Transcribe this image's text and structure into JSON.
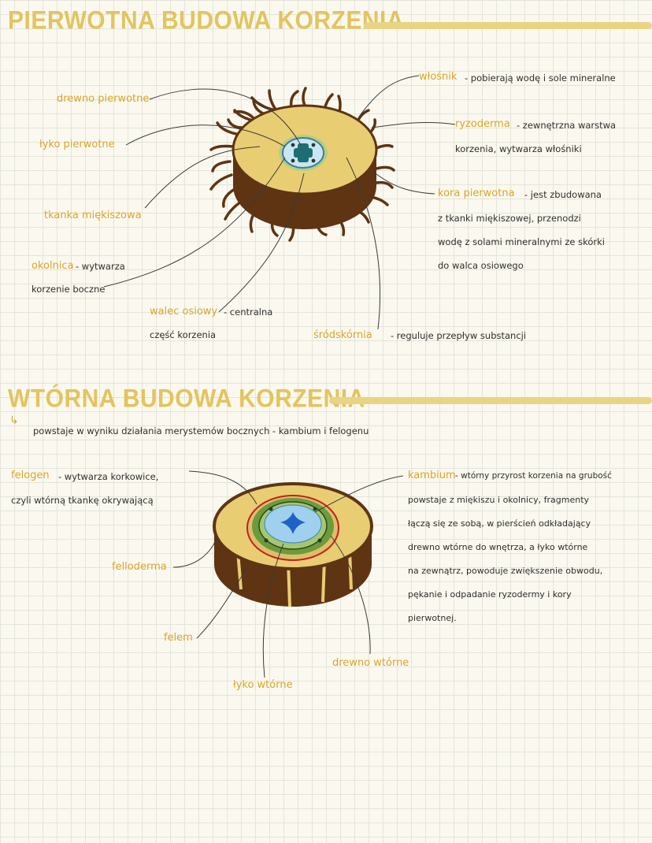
{
  "section1": {
    "title": "PIERWOTNA BUDOWA KORZENIA",
    "labels": {
      "drewno": "drewno pierwotne",
      "lyko": "łyko pierwotne",
      "tkanka": "tkanka miękiszowa",
      "okolnica": "okolnica",
      "okolnica_desc1": "- wytwarza",
      "okolnica_desc2": "korzenie boczne",
      "walec": "walec osiowy",
      "walec_desc1": "- centralna",
      "walec_desc2": "część korzenia",
      "srodskornia": "śródskórnia",
      "srodskornia_desc": "- reguluje przepływ substancji",
      "wlosnik": "włośnik",
      "wlosnik_desc": "- pobierają wodę i sole mineralne",
      "ryzoderma": "ryzoderma",
      "ryzoderma_desc1": "- zewnętrzna warstwa",
      "ryzoderma_desc2": "korzenia, wytwarza włośniki",
      "kora": "kora pierwotna",
      "kora_desc1": "- jest zbudowana",
      "kora_desc2": "z tkanki miękiszowej, przenodzi",
      "kora_desc3": "wodę z solami mineralnymi ze skórki",
      "kora_desc4": "do walca osiowego"
    }
  },
  "section2": {
    "title": "WTÓRNA BUDOWA KORZENIA",
    "arrow": "↳",
    "intro": "powstaje w wyniku działania merystemów bocznych - kambium i felogenu",
    "labels": {
      "felogen": "felogen",
      "felogen_desc1": "- wytwarza korkowice,",
      "felogen_desc2": "czyli wtórną tkankę okrywającą",
      "felloderma": "felloderma",
      "felem": "felem",
      "lyko": "łyko wtórne",
      "drewno": "drewno wtórne",
      "kambium": "kambium",
      "kambium_desc1": "- wtórny przyrost korzenia na grubość",
      "kambium_desc2": "powstaje z miękiszu i okolnicy, fragmenty",
      "kambium_desc3": "łączą się ze sobą, w pierścień odkładający",
      "kambium_desc4": "drewno wtórne do wnętrza, a łyko wtórne",
      "kambium_desc5": "na zewnątrz, powoduje zwiększenie obwodu,",
      "kambium_desc6": "pękanie i odpadanie ryzodermy i kory",
      "kambium_desc7": "pierwotnej."
    }
  },
  "colors": {
    "accent": "#d9a52b",
    "title": "#e3c45e",
    "bar": "#e9d485",
    "bark": "#5e3413",
    "cortex": "#e9cd72",
    "stele_blue": "#8fc4e8",
    "stele_green": "#6d9b3c",
    "ring_red": "#c41f1f"
  }
}
